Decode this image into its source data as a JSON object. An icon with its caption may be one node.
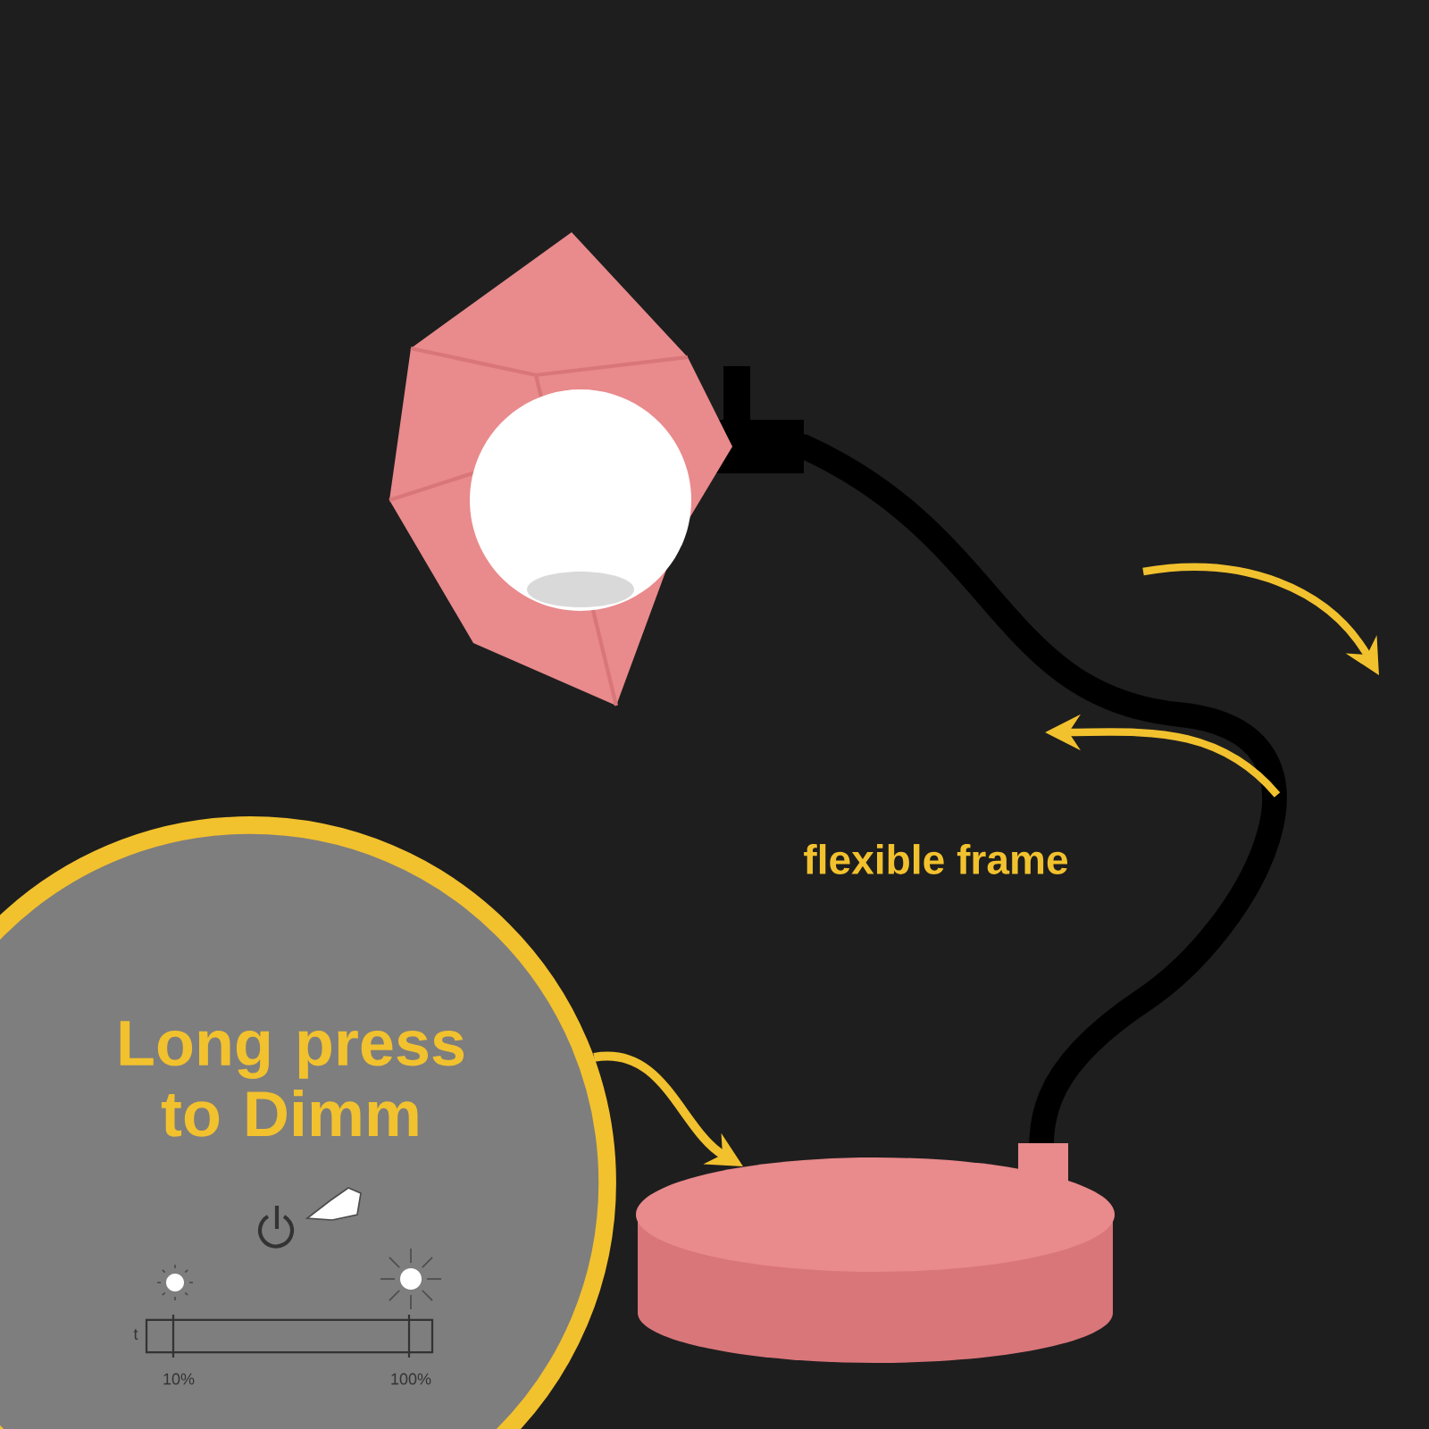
{
  "diagram": {
    "nodes": [
      {
        "text": [
          "Long press to Dimm"
        ]
      },
      {
        "text": [],
        "shape": "cylinder"
      }
    ],
    "edges": [
      {
        "from": 0,
        "to": 1,
        "arrow": "to"
      }
    ],
    "labels": [
      "flexible frame",
      "t",
      "10%",
      "100%"
    ]
  }
}
